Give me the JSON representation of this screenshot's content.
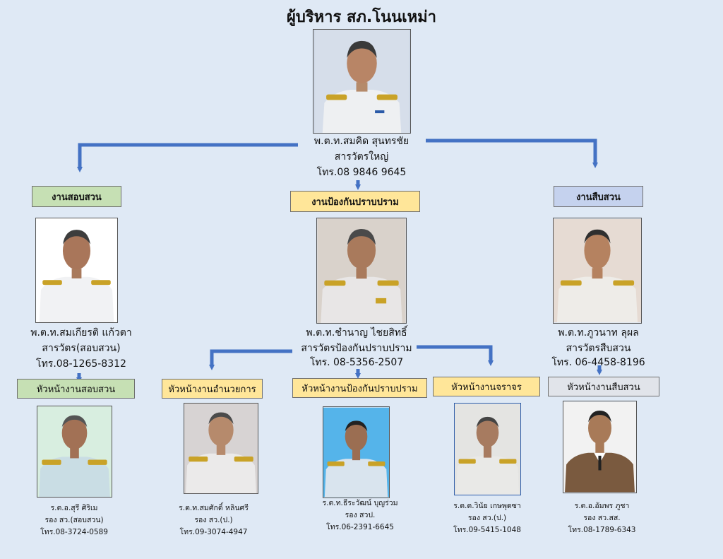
{
  "title": "ผู้บริหาร สภ.โนนเหม่า",
  "colors": {
    "background": "#dfe9f5",
    "connector": "#4472c4",
    "uniform_white": "#eef0f2",
    "uniform_khaki": "#7a5a3f",
    "epaulette_gold": "#c9a227"
  },
  "chief": {
    "name": "พ.ต.ท.สมคิด สุนทรชัย",
    "position": "สารวัตรใหญ่",
    "phone": "โทร.08 9846 9645",
    "photo_icon": "officer-portrait"
  },
  "departments": {
    "investigation": {
      "label": "งานสอบสวน"
    },
    "prevention": {
      "label": "งานป้องกันปราบปราม"
    },
    "detective": {
      "label": "งานสืบสวน"
    }
  },
  "inspectors": {
    "investigation": {
      "name": "พ.ต.ท.สมเกียรติ   แก้วตา",
      "position": "สารวัตร(สอบสวน)",
      "phone": "โทร.08-1265-8312"
    },
    "prevention": {
      "name": "พ.ต.ท.ชำนาญ ไชยสิทธิ์",
      "position": "สารวัตรป้องกันปราบปราม",
      "phone": "โทร. 08-5356-2507"
    },
    "detective": {
      "name": "พ.ต.ท.ภูวนาท   ลุผล",
      "position": "สารวัตรสืบสวน",
      "phone": "โทร. 06-4458-8196"
    }
  },
  "units": {
    "investigation": {
      "label": "หัวหน้างานสอบสวน",
      "name": "ร.ต.อ.สุรี   ศิริเม",
      "position": "รอง สว.(สอบสวน)",
      "phone": "โทร.08-3724-0589"
    },
    "admin": {
      "label": "หัวหน้างานอำนวยการ",
      "name": "ร.ต.ท.สมศักดิ์ หลินศรี",
      "position": "รอง สว.(ป.)",
      "phone": "โทร.09-3074-4947"
    },
    "prevention": {
      "label": "หัวหน้างานป้องกันปราบปราม",
      "name": "ร.ต.ท.ธีระวัฒน์ บุญร่วม",
      "position": "รอง สวป.",
      "phone": "โทร.06-2391-6645"
    },
    "traffic": {
      "label": "หัวหน้างานจราจร",
      "name": "ร.ต.ต.วินัย เกษพุดซา",
      "position": "รอง สว.(ป.)",
      "phone": "โทร.09-5415-1048"
    },
    "detective": {
      "label": "หัวหน้างานสืบสวน",
      "name": "ร.ต.อ.อัมพร   ภูชา",
      "position": "รอง สว.สส.",
      "phone": "โทร.08-1789-6343"
    }
  }
}
